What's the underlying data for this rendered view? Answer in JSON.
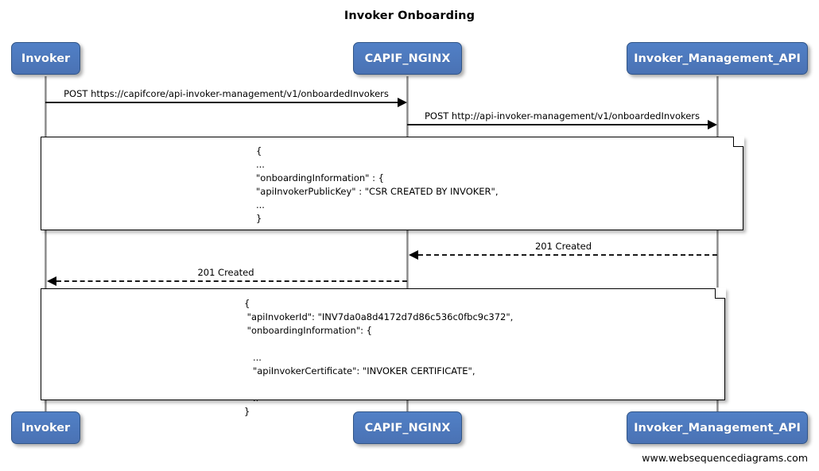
{
  "diagram": {
    "title": "Invoker Onboarding",
    "footer_credit": "www.websequencediagrams.com",
    "accent_color": "#4c78be",
    "line_color": "#000000",
    "note_background": "#ffffff"
  },
  "participants": [
    {
      "id": "invoker",
      "label": "Invoker"
    },
    {
      "id": "capif_nginx",
      "label": "CAPIF_NGINX"
    },
    {
      "id": "invoker_management_api",
      "label": "Invoker_Management_API"
    }
  ],
  "messages": [
    {
      "id": "msg-1",
      "label": "POST https://capifcore/api-invoker-management/v1/onboardedInvokers",
      "from": "invoker",
      "to": "capif_nginx",
      "style": "solid",
      "direction": "right"
    },
    {
      "id": "msg-2",
      "label": "POST http://api-invoker-management/v1/onboardedInvokers",
      "from": "capif_nginx",
      "to": "invoker_management_api",
      "style": "solid",
      "direction": "right"
    },
    {
      "id": "msg-3",
      "label": "201 Created",
      "from": "invoker_management_api",
      "to": "capif_nginx",
      "style": "dashed",
      "direction": "left"
    },
    {
      "id": "msg-4",
      "label": "201 Created",
      "from": "capif_nginx",
      "to": "invoker",
      "style": "dashed",
      "direction": "left"
    }
  ],
  "notes": [
    {
      "id": "note-request-body",
      "text": "{\n...\n\"onboardingInformation\" : {\n\"apiInvokerPublicKey\" : \"CSR CREATED BY INVOKER\",\n...\n}"
    },
    {
      "id": "note-response-body",
      "text": "{\n \"apiInvokerId\": \"INV7da0a8d4172d7d86c536c0fbc9c372\",\n \"onboardingInformation\": {\n\n   ...\n   \"apiInvokerCertificate\": \"INVOKER CERTIFICATE\",\n\n   ..\n}"
    }
  ]
}
